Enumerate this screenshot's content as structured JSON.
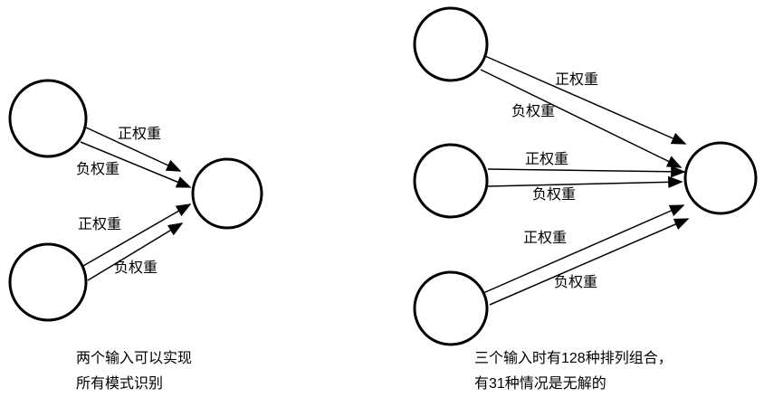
{
  "colors": {
    "stroke": "#000000",
    "background": "#ffffff"
  },
  "left": {
    "arrows": {
      "top_positive": "正权重",
      "top_negative": "负权重",
      "bottom_positive": "正权重",
      "bottom_negative": "负权重"
    },
    "caption": {
      "line1": "两个输入可以实现",
      "line2": "所有模式识别"
    }
  },
  "right": {
    "arrows": {
      "top_positive": "正权重",
      "top_negative": "负权重",
      "middle_positive": "正权重",
      "middle_negative": "负权重",
      "bottom_positive": "正权重",
      "bottom_negative": "负权重"
    },
    "caption": {
      "line1": "三个输入时有128种排列组合，",
      "line2": "有31种情况是无解的"
    }
  }
}
